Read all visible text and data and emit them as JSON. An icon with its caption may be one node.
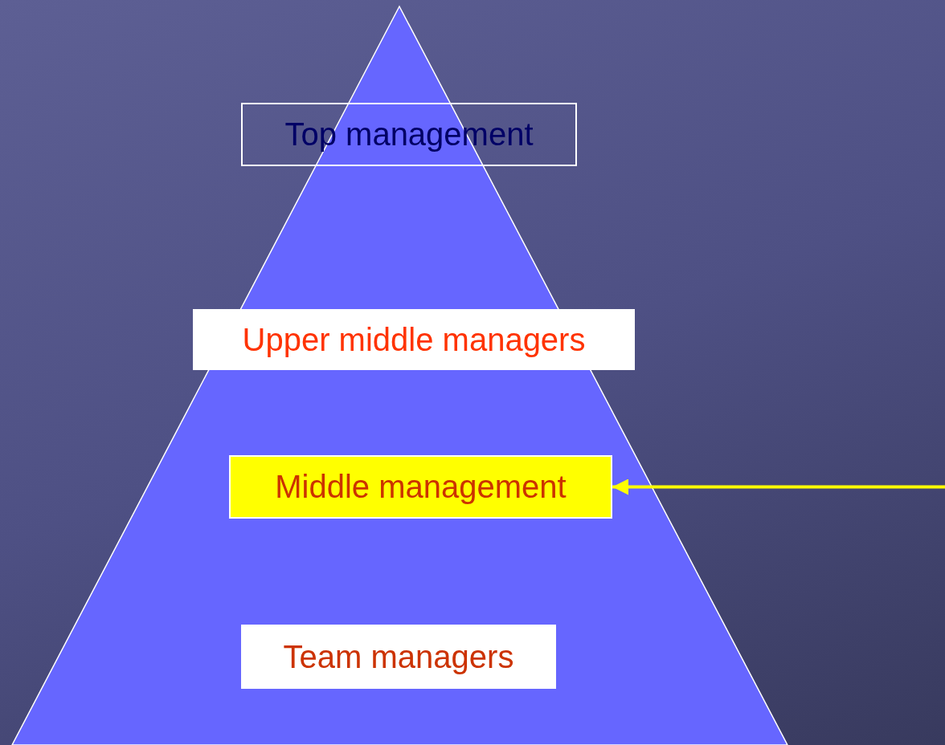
{
  "diagram": {
    "nodes": [
      {
        "text": [
          "Top management"
        ]
      },
      {
        "text": [
          "Upper middle managers"
        ]
      },
      {
        "text": [
          "Middle management"
        ]
      },
      {
        "text": [
          "Team managers"
        ]
      }
    ],
    "edges": [
      {
        "from": null,
        "to": 2,
        "arrow": "to"
      }
    ]
  }
}
